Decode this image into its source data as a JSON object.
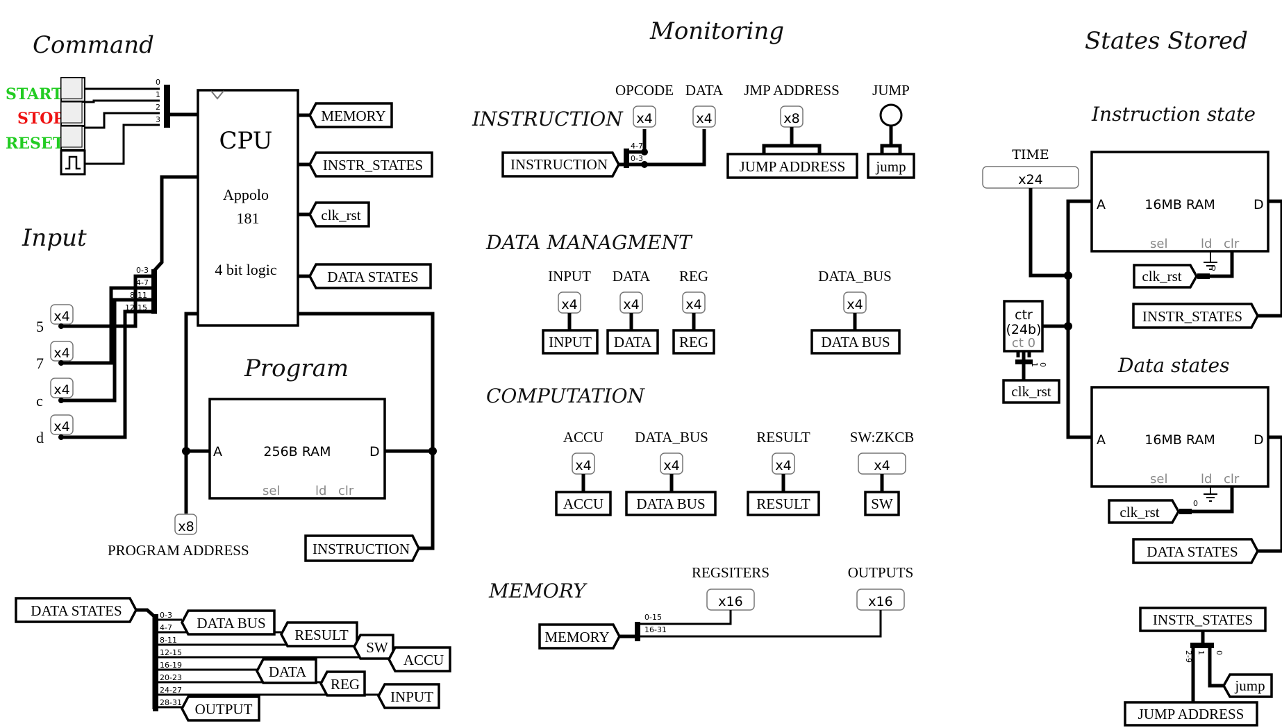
{
  "headings": {
    "command": "Command",
    "monitoring": "Monitoring",
    "states_stored": "States Stored",
    "input": "Input",
    "program": "Program",
    "instruction_state": "Instruction state",
    "data_states": "Data states"
  },
  "command": {
    "start": "START",
    "stop": "STOP",
    "reset": "RESET",
    "colors": {
      "start": "#22cc22",
      "stop": "#ee1111",
      "reset": "#22cc22"
    },
    "split_labels": [
      "0",
      "1",
      "2",
      "3"
    ]
  },
  "cpu": {
    "title": "CPU",
    "line1": "Appolo",
    "line2": "181",
    "line3": "4 bit logic",
    "outputs": [
      "MEMORY",
      "INSTR_STATES",
      "clk_rst",
      "DATA STATES"
    ]
  },
  "input": {
    "pins": [
      {
        "label": "5",
        "value": "x4"
      },
      {
        "label": "7",
        "value": "x4"
      },
      {
        "label": "c",
        "value": "x4"
      },
      {
        "label": "d",
        "value": "x4"
      }
    ],
    "split_labels": [
      "0-3",
      "4-7",
      "8-11",
      "12-15"
    ]
  },
  "program": {
    "ram_label": "256B RAM",
    "addr_pin": "A",
    "data_pin": "D",
    "sel": "sel",
    "ld": "ld",
    "clr": "clr",
    "address_value": "x8",
    "address_label": "PROGRAM ADDRESS",
    "instruction_tunnel": "INSTRUCTION"
  },
  "data_split": {
    "tunnel": "DATA STATES",
    "ranges": [
      "0-3",
      "4-7",
      "8-11",
      "12-15",
      "16-19",
      "20-23",
      "24-27",
      "28-31"
    ],
    "outputs": [
      "DATA BUS",
      "RESULT",
      "SW",
      "ACCU",
      "DATA",
      "REG",
      "INPUT",
      "OUTPUT"
    ]
  },
  "monitoring": {
    "instruction": {
      "title": "INSTRUCTION",
      "columns": [
        "OPCODE",
        "DATA",
        "JMP ADDRESS",
        "JUMP"
      ],
      "probes": [
        "x4",
        "x4",
        "x8"
      ],
      "tunnel": "INSTRUCTION",
      "split_labels": [
        "4-7",
        "0-3"
      ],
      "jmp_tunnel": "JUMP ADDRESS",
      "jump_tunnel": "jump"
    },
    "data_management": {
      "title": "DATA MANAGMENT",
      "columns": [
        "INPUT",
        "DATA",
        "REG",
        "DATA_BUS"
      ],
      "probes": [
        "x4",
        "x4",
        "x4",
        "x4"
      ],
      "tunnels": [
        "INPUT",
        "DATA",
        "REG",
        "DATA BUS"
      ]
    },
    "computation": {
      "title": "COMPUTATION",
      "columns": [
        "ACCU",
        "DATA_BUS",
        "RESULT",
        "SW:ZKCB"
      ],
      "probes": [
        "x4",
        "x4",
        "x4",
        "x4"
      ],
      "tunnels": [
        "ACCU",
        "DATA BUS",
        "RESULT",
        "SW"
      ]
    },
    "memory": {
      "title": "MEMORY",
      "columns": [
        "REGSITERS",
        "OUTPUTS"
      ],
      "probes": [
        "x16",
        "x16"
      ],
      "tunnel": "MEMORY",
      "split_labels": [
        "0-15",
        "16-31"
      ]
    }
  },
  "states": {
    "time_label": "TIME",
    "time_value": "x24",
    "counter": {
      "line1": "ctr",
      "line2": "(24b)",
      "line3": "ct 0"
    },
    "counter_clk": "clk_rst",
    "counter_split": [
      "1",
      "0"
    ],
    "instr_ram": {
      "label": "16MB RAM",
      "a": "A",
      "d": "D",
      "sel": "sel",
      "ld": "ld",
      "clr": "clr",
      "clk": "clk_rst",
      "out": "INSTR_STATES",
      "split": [
        "0"
      ]
    },
    "data_ram": {
      "label": "16MB RAM",
      "a": "A",
      "d": "D",
      "sel": "sel",
      "ld": "ld",
      "clr": "clr",
      "clk": "clk_rst",
      "out": "DATA STATES",
      "split": [
        "0"
      ]
    },
    "jump_split": {
      "tunnel": "INSTR_STATES",
      "ranges": [
        "2-9",
        "1",
        "0"
      ],
      "jump": "jump",
      "jump_address": "JUMP ADDRESS"
    }
  }
}
